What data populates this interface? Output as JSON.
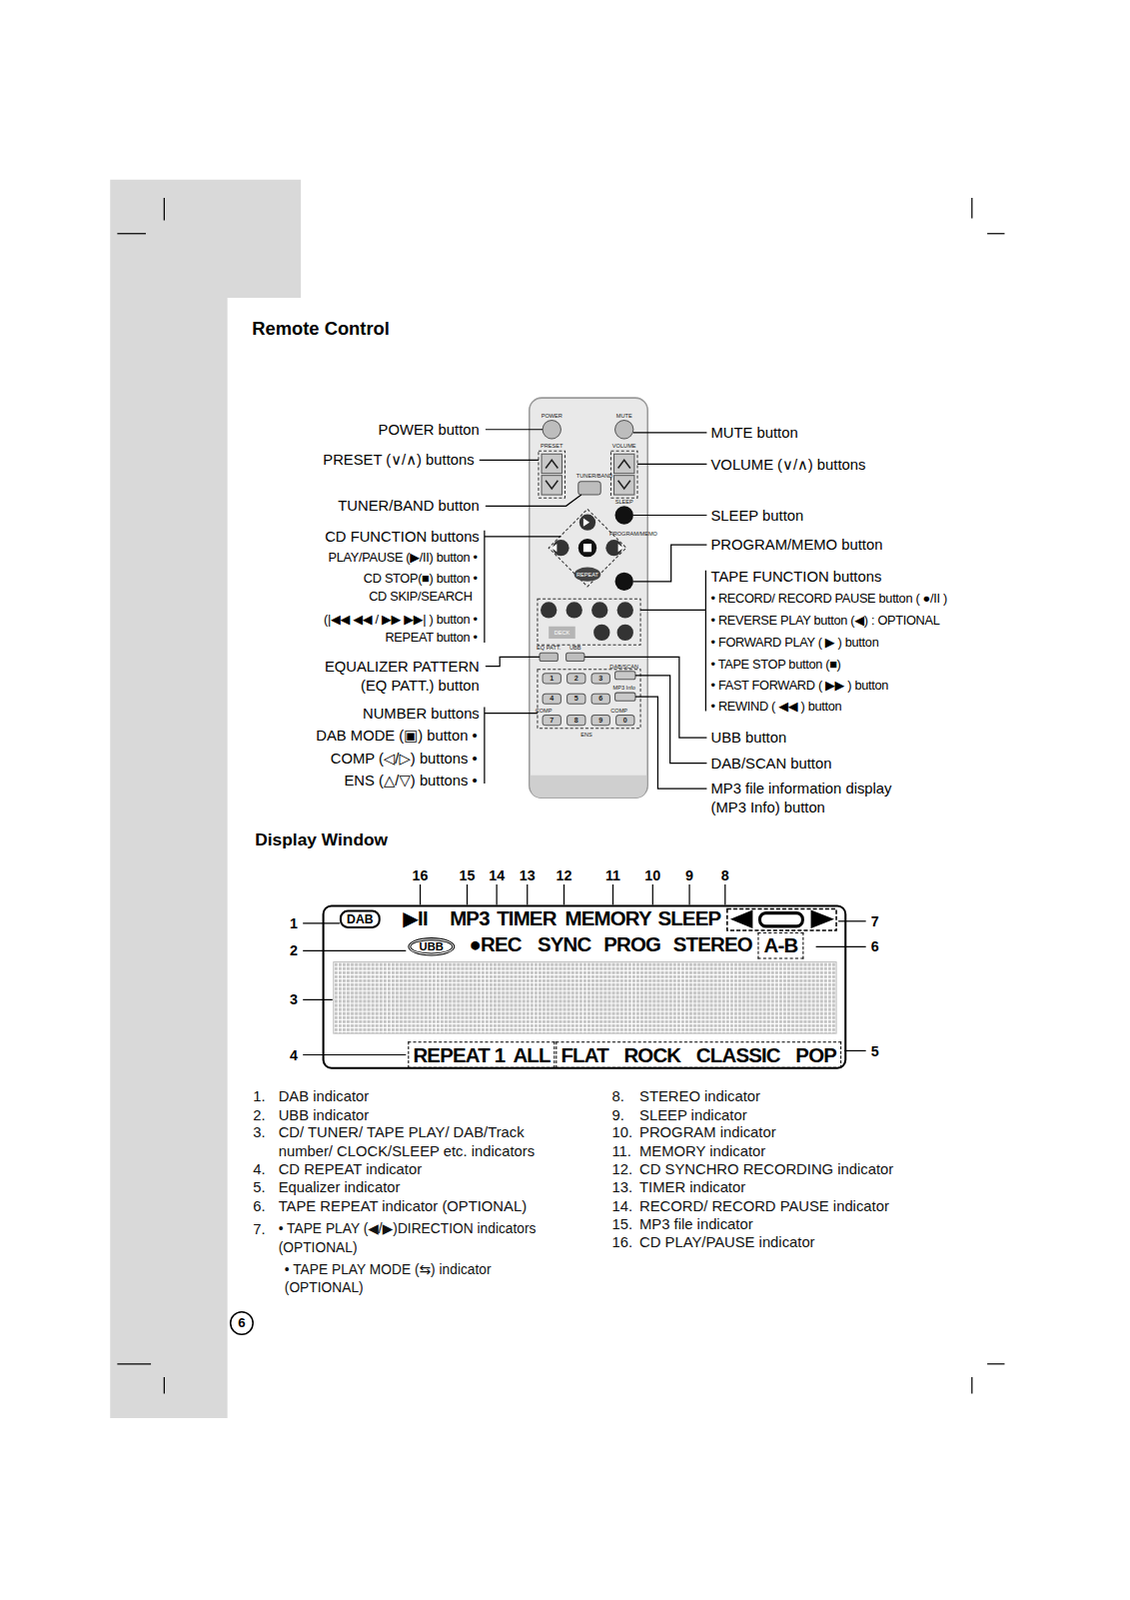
{
  "diagram": {
    "title": "Remote Control",
    "nodes": [
      {
        "text": [
          "▶II",
          "MP3",
          "TIMER",
          "MEMORY",
          "SLEEP",
          "●REC",
          "SYNC",
          "PROG",
          "STEREO"
        ]
      },
      {
        "text": [
          "DAB"
        ],
        "in": 0
      },
      {
        "text": [
          "UBB"
        ],
        "in": 0
      },
      {
        "text": [
          "A-B"
        ],
        "in": 0
      },
      {
        "text": [
          "REPEAT 1",
          "ALL"
        ],
        "in": 0
      },
      {
        "text": [
          "FLAT",
          "ROCK",
          "CLASSIC",
          "POP"
        ],
        "in": 0
      }
    ],
    "labels": [
      "POWER button",
      "PRESET (∨/∧) buttons",
      "TUNER/BAND button",
      "CD FUNCTION buttons",
      "PLAY/PAUSE (▶/II) button •",
      "CD STOP(■) button •",
      "CD SKIP/SEARCH",
      "(|◀◀ ◀◀ / ▶▶ ▶▶| ) button •",
      "REPEAT button •",
      "EQUALIZER PATTERN",
      "(EQ PATT.) button",
      "NUMBER buttons",
      "DAB MODE (▣) button •",
      "COMP (◁/▷) buttons •",
      "ENS (△/▽) buttons •",
      "MUTE button",
      "VOLUME (∨/∧) buttons",
      "SLEEP button",
      "PROGRAM/MEMO button",
      "TAPE FUNCTION buttons",
      "• RECORD/ RECORD PAUSE button ( ●/II )",
      "• REVERSE PLAY button (◀) : OPTIONAL",
      "• FORWARD PLAY ( ▶ ) button",
      "• TAPE STOP button (■)",
      "• FAST FORWARD ( ▶▶ ) button",
      "• REWIND ( ◀◀ ) button",
      "UBB button",
      "DAB/SCAN button",
      "MP3 file information display",
      "(MP3 Info) button",
      "POWER",
      "MUTE",
      "PRESET",
      "VOLUME",
      "TUNER/BAND",
      "SLEEP",
      "REPEAT",
      "PROGRAM/MEMO",
      "DECK",
      "EQ PATT.",
      "UBB",
      "DAB/SCAN",
      "MP3 Info",
      "1",
      "2",
      "3",
      "4",
      "5",
      "6",
      "7",
      "8",
      "9",
      "0",
      "COMP",
      "COMP",
      "ENS",
      "Display Window",
      "16",
      "15",
      "14",
      "13",
      "12",
      "11",
      "10",
      "9",
      "8",
      "1",
      "2",
      "3",
      "4",
      "7",
      "6",
      "5",
      "1.",
      "DAB indicator",
      "2.",
      "UBB indicator",
      "3.",
      "CD/ TUNER/ TAPE PLAY/ DAB/Track number/ CLOCK/SLEEP etc. indicators",
      "4.",
      "CD REPEAT indicator",
      "5.",
      "Equalizer indicator",
      "6.",
      "TAPE REPEAT indicator (OPTIONAL)",
      "7.",
      "• TAPE PLAY (◀/▶)DIRECTION indicators (OPTIONAL)",
      "• TAPE PLAY MODE (⇆) indicator (OPTIONAL)",
      "8.",
      "STEREO indicator",
      "9.",
      "SLEEP indicator",
      "10.",
      "PROGRAM indicator",
      "11.",
      "MEMORY indicator",
      "12.",
      "CD SYNCHRO RECORDING indicator",
      "13.",
      "TIMER indicator",
      "14.",
      "RECORD/ RECORD PAUSE indicator",
      "15.",
      "MP3 file indicator",
      "16.",
      "CD PLAY/PAUSE indicator",
      "6"
    ]
  }
}
